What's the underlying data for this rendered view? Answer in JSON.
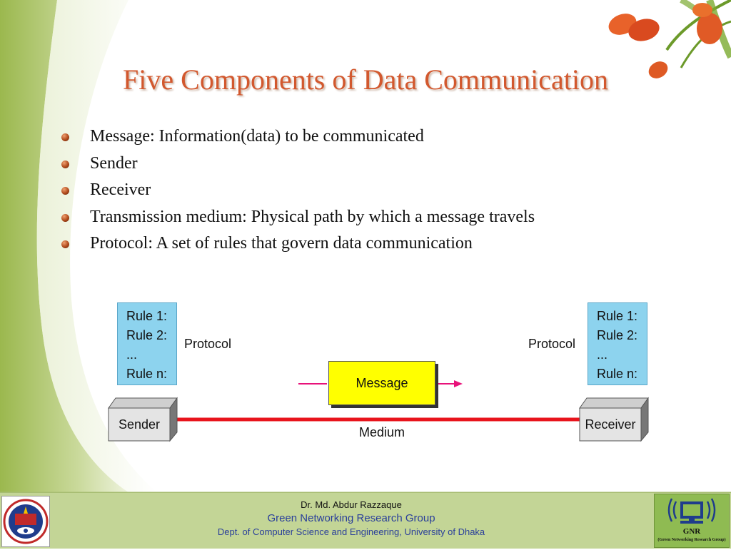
{
  "slide": {
    "title": "Five Components of Data Communication",
    "bullets": [
      "Message: Information(data) to be communicated",
      "Sender",
      "Receiver",
      "Transmission medium: Physical path by which a message travels",
      "Protocol: A set of rules that govern data communication"
    ]
  },
  "diagram": {
    "left_rules": [
      "Rule 1:",
      "Rule 2:",
      "...",
      "Rule n:"
    ],
    "right_rules": [
      "Rule 1:",
      "Rule 2:",
      "...",
      "Rule n:"
    ],
    "left_protocol": "Protocol",
    "right_protocol": "Protocol",
    "message": "Message",
    "sender": "Sender",
    "receiver": "Receiver",
    "medium": "Medium",
    "colors": {
      "rule_box": "#8dd3ee",
      "message_box": "#ffff00",
      "medium_line": "#e8141c",
      "arrow": "#e8127a"
    }
  },
  "footer": {
    "author": "Dr. Md. Abdur Razzaque",
    "group": "Green Networking Research Group",
    "dept": "Dept. of Computer Science and Engineering, University of Dhaka",
    "logo_right_title": "GNR",
    "logo_right_sub": "(Green Networking Research Group)"
  },
  "colors": {
    "title": "#d2582e",
    "footer_bg": "#c3d596",
    "footer_text": "#2a3f9a"
  }
}
